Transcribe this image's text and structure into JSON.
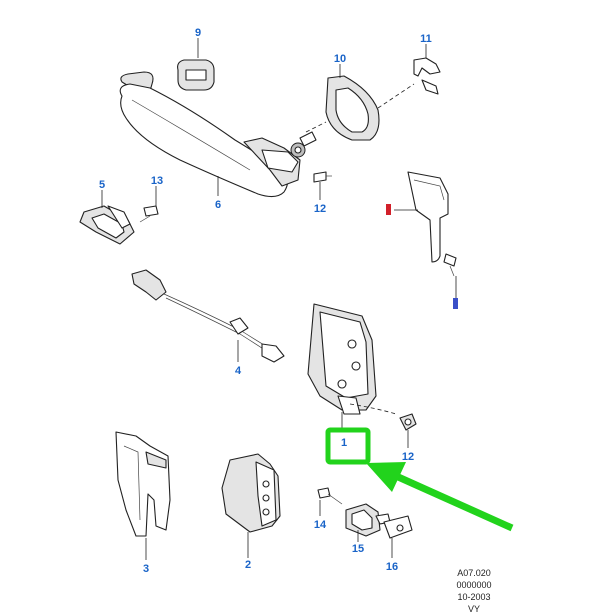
{
  "callouts": {
    "c1": "1",
    "c2": "2",
    "c3": "3",
    "c4": "4",
    "c5": "5",
    "c6": "6",
    "c9": "9",
    "c10": "10",
    "c11": "11",
    "c12a": "12",
    "c12b": "12",
    "c13": "13",
    "c14": "14",
    "c15": "15",
    "c16": "16"
  },
  "reference": {
    "code": "A07.020",
    "number": "0000000",
    "date": "10-2003",
    "initials": "VY"
  },
  "colors": {
    "callout_text": "#1a64c8",
    "highlight": "#22d31c",
    "marker_red": "#d2202a",
    "marker_blue": "#3a4fc8"
  }
}
